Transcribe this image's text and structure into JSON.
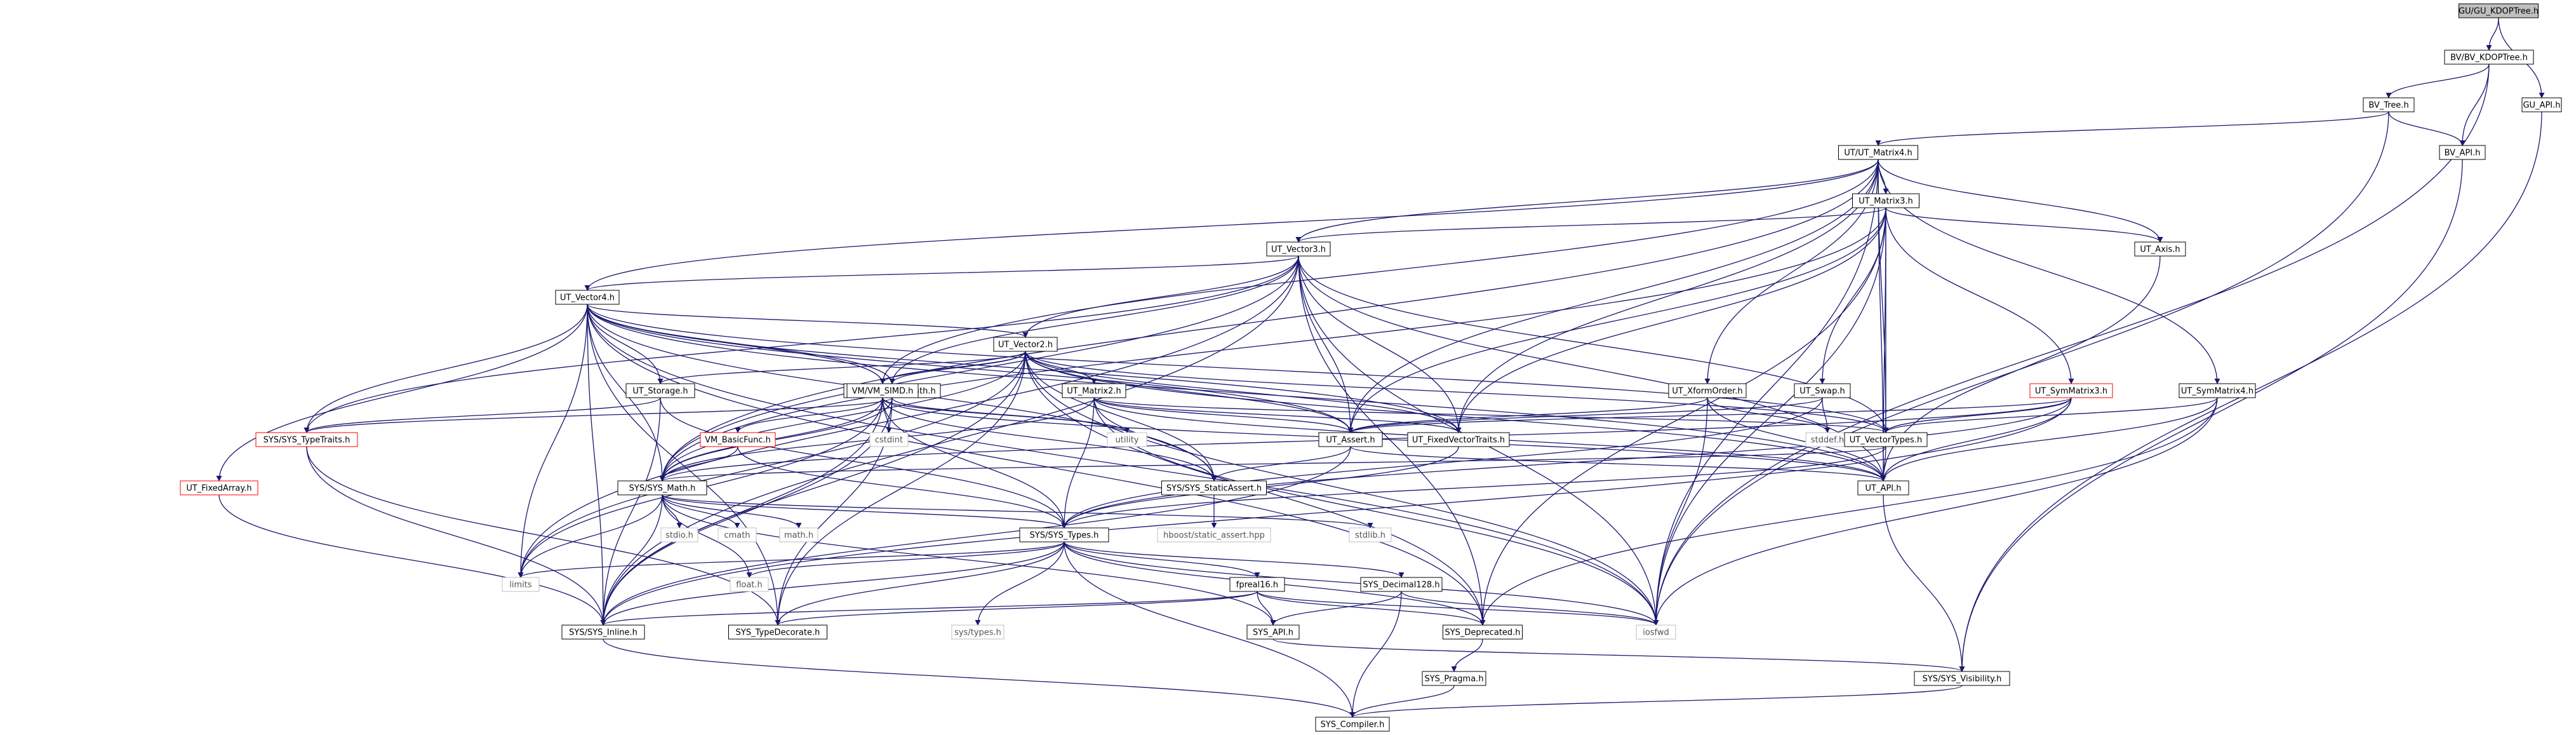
{
  "diagram": {
    "nodes": [
      {
        "id": "root",
        "label": "GU/GU_KDOPTree.h",
        "style": "root"
      },
      {
        "id": "bvkdop",
        "label": "BV/BV_KDOPTree.h",
        "style": "normal"
      },
      {
        "id": "guapi",
        "label": "GU_API.h",
        "style": "normal"
      },
      {
        "id": "bvtree",
        "label": "BV_Tree.h",
        "style": "normal"
      },
      {
        "id": "bvapi",
        "label": "BV_API.h",
        "style": "normal"
      },
      {
        "id": "m4",
        "label": "UT/UT_Matrix4.h",
        "style": "normal"
      },
      {
        "id": "m3",
        "label": "UT_Matrix3.h",
        "style": "normal"
      },
      {
        "id": "v3",
        "label": "UT_Vector3.h",
        "style": "normal"
      },
      {
        "id": "axis",
        "label": "UT_Axis.h",
        "style": "normal"
      },
      {
        "id": "v4",
        "label": "UT_Vector4.h",
        "style": "normal"
      },
      {
        "id": "v2",
        "label": "UT_Vector2.h",
        "style": "normal"
      },
      {
        "id": "fam",
        "label": "UT_FixedArrayMath.h",
        "style": "normal"
      },
      {
        "id": "storage",
        "label": "UT_Storage.h",
        "style": "normal"
      },
      {
        "id": "simd",
        "label": "VM/VM_SIMD.h",
        "style": "normal"
      },
      {
        "id": "m2",
        "label": "UT_Matrix2.h",
        "style": "normal"
      },
      {
        "id": "xform",
        "label": "UT_XformOrder.h",
        "style": "normal"
      },
      {
        "id": "swap",
        "label": "UT_Swap.h",
        "style": "normal"
      },
      {
        "id": "sym3",
        "label": "UT_SymMatrix3.h",
        "style": "red"
      },
      {
        "id": "sym4",
        "label": "UT_SymMatrix4.h",
        "style": "normal"
      },
      {
        "id": "typetraits",
        "label": "SYS/SYS_TypeTraits.h",
        "style": "red"
      },
      {
        "id": "fixedarray",
        "label": "UT_FixedArray.h",
        "style": "red"
      },
      {
        "id": "basicfunc",
        "label": "VM_BasicFunc.h",
        "style": "red"
      },
      {
        "id": "utility",
        "label": "utility",
        "style": "ext"
      },
      {
        "id": "cstdint",
        "label": "cstdint",
        "style": "ext"
      },
      {
        "id": "assert",
        "label": "UT_Assert.h",
        "style": "normal"
      },
      {
        "id": "fvt",
        "label": "UT_FixedVectorTraits.h",
        "style": "normal"
      },
      {
        "id": "stddef",
        "label": "stddef.h",
        "style": "ext"
      },
      {
        "id": "vtypes",
        "label": "UT_VectorTypes.h",
        "style": "normal"
      },
      {
        "id": "sysmath",
        "label": "SYS/SYS_Math.h",
        "style": "normal"
      },
      {
        "id": "staticassert",
        "label": "SYS/SYS_StaticAssert.h",
        "style": "normal"
      },
      {
        "id": "utapi",
        "label": "UT_API.h",
        "style": "normal"
      },
      {
        "id": "stdio",
        "label": "stdio.h",
        "style": "ext"
      },
      {
        "id": "cmath",
        "label": "cmath",
        "style": "ext"
      },
      {
        "id": "mathh",
        "label": "math.h",
        "style": "ext"
      },
      {
        "id": "systypes",
        "label": "SYS/SYS_Types.h",
        "style": "normal"
      },
      {
        "id": "boost",
        "label": "hboost/static_assert.hpp",
        "style": "ext"
      },
      {
        "id": "stdlib",
        "label": "stdlib.h",
        "style": "ext"
      },
      {
        "id": "limits",
        "label": "limits",
        "style": "ext"
      },
      {
        "id": "floath",
        "label": "float.h",
        "style": "ext"
      },
      {
        "id": "systypesh",
        "label": "sys/types.h",
        "style": "ext"
      },
      {
        "id": "fpreal16",
        "label": "fpreal16.h",
        "style": "normal"
      },
      {
        "id": "dec128",
        "label": "SYS_Decimal128.h",
        "style": "normal"
      },
      {
        "id": "inline",
        "label": "SYS/SYS_Inline.h",
        "style": "normal"
      },
      {
        "id": "typedecorate",
        "label": "SYS_TypeDecorate.h",
        "style": "normal"
      },
      {
        "id": "sysapi",
        "label": "SYS_API.h",
        "style": "normal"
      },
      {
        "id": "deprecated",
        "label": "SYS_Deprecated.h",
        "style": "normal"
      },
      {
        "id": "iosfwd",
        "label": "iosfwd",
        "style": "ext"
      },
      {
        "id": "pragma",
        "label": "SYS_Pragma.h",
        "style": "normal"
      },
      {
        "id": "visibility",
        "label": "SYS/SYS_Visibility.h",
        "style": "normal"
      },
      {
        "id": "compiler",
        "label": "SYS_Compiler.h",
        "style": "normal"
      }
    ],
    "edges": [
      [
        "root",
        "bvkdop"
      ],
      [
        "root",
        "guapi"
      ],
      [
        "bvkdop",
        "bvtree"
      ],
      [
        "bvkdop",
        "bvapi"
      ],
      [
        "bvkdop",
        "iosfwd"
      ],
      [
        "bvtree",
        "m4"
      ],
      [
        "bvtree",
        "bvapi"
      ],
      [
        "bvtree",
        "iosfwd"
      ],
      [
        "bvapi",
        "visibility"
      ],
      [
        "guapi",
        "visibility"
      ],
      [
        "m4",
        "m3"
      ],
      [
        "m4",
        "v3"
      ],
      [
        "m4",
        "axis"
      ],
      [
        "m4",
        "v4"
      ],
      [
        "m4",
        "simd"
      ],
      [
        "m4",
        "xform"
      ],
      [
        "m4",
        "sym4"
      ],
      [
        "m4",
        "assert"
      ],
      [
        "m4",
        "fvt"
      ],
      [
        "m4",
        "vtypes"
      ],
      [
        "m4",
        "sysmath"
      ],
      [
        "m4",
        "utapi"
      ],
      [
        "m4",
        "iosfwd"
      ],
      [
        "m3",
        "v3"
      ],
      [
        "m3",
        "axis"
      ],
      [
        "m3",
        "swap"
      ],
      [
        "m3",
        "sym3"
      ],
      [
        "m3",
        "assert"
      ],
      [
        "m3",
        "fvt"
      ],
      [
        "m3",
        "vtypes"
      ],
      [
        "m3",
        "utapi"
      ],
      [
        "m3",
        "sysmath"
      ],
      [
        "m3",
        "iosfwd"
      ],
      [
        "m3",
        "deprecated"
      ],
      [
        "v3",
        "v4"
      ],
      [
        "v3",
        "v2"
      ],
      [
        "v3",
        "fam"
      ],
      [
        "v3",
        "typetraits"
      ],
      [
        "v3",
        "assert"
      ],
      [
        "v3",
        "fvt"
      ],
      [
        "v3",
        "vtypes"
      ],
      [
        "v3",
        "utapi"
      ],
      [
        "v3",
        "sysmath"
      ],
      [
        "v3",
        "iosfwd"
      ],
      [
        "v3",
        "deprecated"
      ],
      [
        "v3",
        "inline"
      ],
      [
        "v3",
        "limits"
      ],
      [
        "axis",
        "utapi"
      ],
      [
        "v4",
        "v2"
      ],
      [
        "v4",
        "fam"
      ],
      [
        "v4",
        "storage"
      ],
      [
        "v4",
        "simd"
      ],
      [
        "v4",
        "assert"
      ],
      [
        "v4",
        "fvt"
      ],
      [
        "v4",
        "vtypes"
      ],
      [
        "v4",
        "utapi"
      ],
      [
        "v4",
        "sysmath"
      ],
      [
        "v4",
        "iosfwd"
      ],
      [
        "v4",
        "inline"
      ],
      [
        "v4",
        "typedecorate"
      ],
      [
        "v4",
        "fixedarray"
      ],
      [
        "v4",
        "typetraits"
      ],
      [
        "v4",
        "limits"
      ],
      [
        "v4",
        "deprecated"
      ],
      [
        "v4",
        "staticassert"
      ],
      [
        "v2",
        "m2"
      ],
      [
        "v2",
        "fam"
      ],
      [
        "v2",
        "storage"
      ],
      [
        "v2",
        "simd"
      ],
      [
        "v2",
        "assert"
      ],
      [
        "v2",
        "fvt"
      ],
      [
        "v2",
        "vtypes"
      ],
      [
        "v2",
        "utapi"
      ],
      [
        "v2",
        "sysmath"
      ],
      [
        "v2",
        "iosfwd"
      ],
      [
        "v2",
        "inline"
      ],
      [
        "v2",
        "typedecorate"
      ],
      [
        "v2",
        "limits"
      ],
      [
        "v2",
        "staticassert"
      ],
      [
        "v2",
        "deprecated"
      ],
      [
        "fam",
        "typetraits"
      ],
      [
        "fam",
        "sysmath"
      ],
      [
        "fam",
        "inline"
      ],
      [
        "fam",
        "utility"
      ],
      [
        "fam",
        "typedecorate"
      ],
      [
        "storage",
        "typetraits"
      ],
      [
        "storage",
        "systypes"
      ],
      [
        "storage",
        "inline"
      ],
      [
        "simd",
        "basicfunc"
      ],
      [
        "simd",
        "sysmath"
      ],
      [
        "simd",
        "systypes"
      ],
      [
        "simd",
        "cstdint"
      ],
      [
        "simd",
        "utility"
      ],
      [
        "simd",
        "inline"
      ],
      [
        "simd",
        "staticassert"
      ],
      [
        "simd",
        "utapi"
      ],
      [
        "simd",
        "limits"
      ],
      [
        "m2",
        "assert"
      ],
      [
        "m2",
        "vtypes"
      ],
      [
        "m2",
        "utapi"
      ],
      [
        "m2",
        "sysmath"
      ],
      [
        "m2",
        "iosfwd"
      ],
      [
        "m2",
        "systypes"
      ],
      [
        "m2",
        "staticassert"
      ],
      [
        "m2",
        "fvt"
      ],
      [
        "xform",
        "assert"
      ],
      [
        "xform",
        "utapi"
      ],
      [
        "xform",
        "stddef"
      ],
      [
        "xform",
        "iosfwd"
      ],
      [
        "swap",
        "assert"
      ],
      [
        "swap",
        "stddef"
      ],
      [
        "swap",
        "systypes"
      ],
      [
        "sym3",
        "vtypes"
      ],
      [
        "sym3",
        "utapi"
      ],
      [
        "sym3",
        "sysmath"
      ],
      [
        "sym3",
        "systypes"
      ],
      [
        "sym3",
        "assert"
      ],
      [
        "sym3",
        "inline"
      ],
      [
        "sym4",
        "vtypes"
      ],
      [
        "sym4",
        "utapi"
      ],
      [
        "sym4",
        "iosfwd"
      ],
      [
        "sym4",
        "deprecated"
      ],
      [
        "typetraits",
        "inline"
      ],
      [
        "typetraits",
        "typedecorate"
      ],
      [
        "fixedarray",
        "inline"
      ],
      [
        "basicfunc",
        "sysmath"
      ],
      [
        "basicfunc",
        "systypes"
      ],
      [
        "assert",
        "utapi"
      ],
      [
        "assert",
        "staticassert"
      ],
      [
        "assert",
        "inline"
      ],
      [
        "fvt",
        "systypes"
      ],
      [
        "vtypes",
        "utapi"
      ],
      [
        "vtypes",
        "systypes"
      ],
      [
        "vtypes",
        "sysmath"
      ],
      [
        "sysmath",
        "systypes"
      ],
      [
        "sysmath",
        "stdio"
      ],
      [
        "sysmath",
        "cmath"
      ],
      [
        "sysmath",
        "mathh"
      ],
      [
        "sysmath",
        "stdlib"
      ],
      [
        "sysmath",
        "limits"
      ],
      [
        "sysmath",
        "floath"
      ],
      [
        "sysmath",
        "inline"
      ],
      [
        "sysmath",
        "sysapi"
      ],
      [
        "staticassert",
        "boost"
      ],
      [
        "utapi",
        "visibility"
      ],
      [
        "systypes",
        "limits"
      ],
      [
        "systypes",
        "floath"
      ],
      [
        "systypes",
        "systypesh"
      ],
      [
        "systypes",
        "fpreal16"
      ],
      [
        "systypes",
        "dec128"
      ],
      [
        "systypes",
        "inline"
      ],
      [
        "systypes",
        "typedecorate"
      ],
      [
        "systypes",
        "compiler"
      ],
      [
        "systypes",
        "deprecated"
      ],
      [
        "systypes",
        "iosfwd"
      ],
      [
        "fpreal16",
        "sysapi"
      ],
      [
        "fpreal16",
        "deprecated"
      ],
      [
        "fpreal16",
        "iosfwd"
      ],
      [
        "fpreal16",
        "inline"
      ],
      [
        "fpreal16",
        "typedecorate"
      ],
      [
        "dec128",
        "sysapi"
      ],
      [
        "dec128",
        "compiler"
      ],
      [
        "dec128",
        "iosfwd"
      ],
      [
        "sysapi",
        "visibility"
      ],
      [
        "deprecated",
        "pragma"
      ],
      [
        "pragma",
        "compiler"
      ],
      [
        "visibility",
        "compiler"
      ],
      [
        "inline",
        "compiler"
      ]
    ]
  },
  "colors": {
    "edge": "#191970",
    "node_border": "#000000",
    "ext_border": "#bfbfbf",
    "red_border": "#ff0000",
    "root_fill": "#bfbfbf",
    "node_fill": "#ffffff",
    "ext_text": "#555555"
  }
}
